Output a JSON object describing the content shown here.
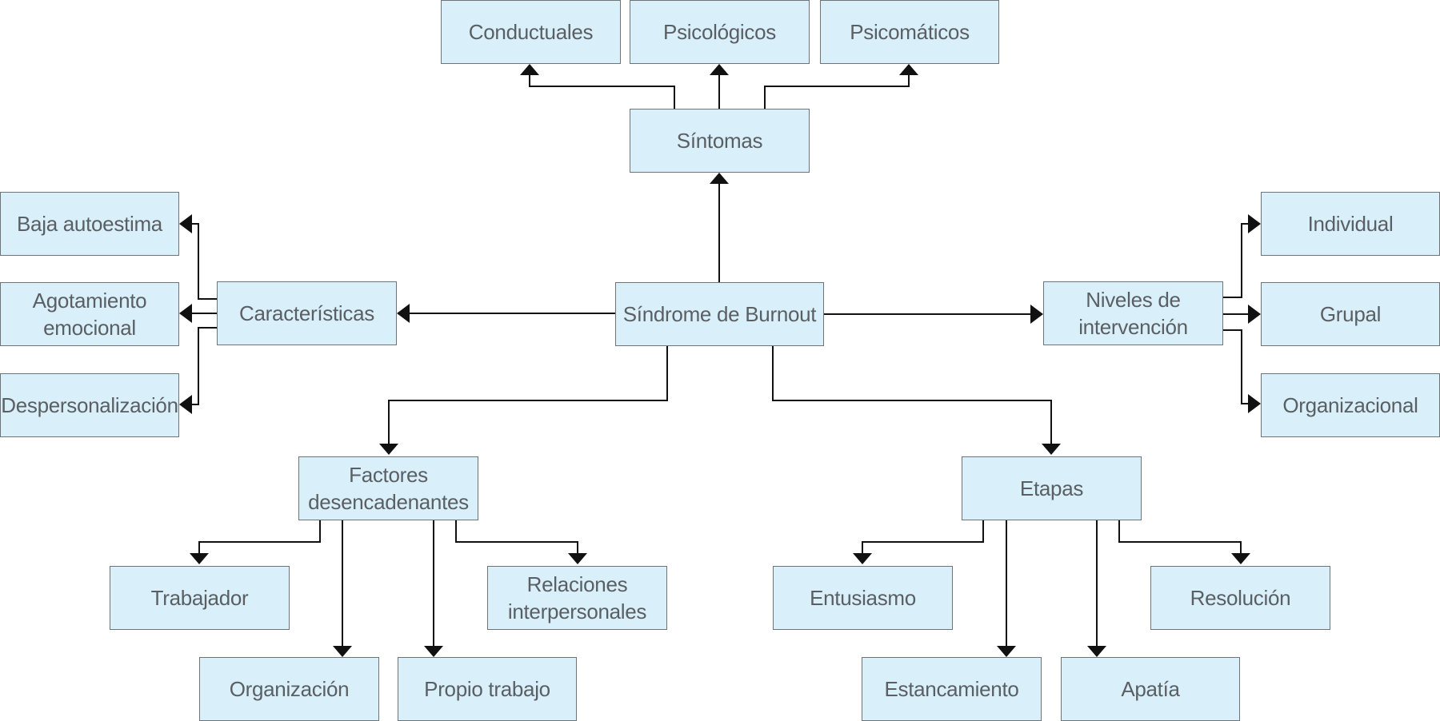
{
  "diagram": {
    "central": "Síndrome de Burnout",
    "sintomas": {
      "label": "Síntomas",
      "items": [
        "Conductuales",
        "Psicológicos",
        "Psicomáticos"
      ]
    },
    "caracteristicas": {
      "label": "Características",
      "items": [
        "Baja autoestima",
        "Agotamiento\nemocional",
        "Despersonalización"
      ]
    },
    "niveles": {
      "label": "Niveles de\nintervención",
      "items": [
        "Individual",
        "Grupal",
        "Organizacional"
      ]
    },
    "factores": {
      "label": "Factores\ndesencadenantes",
      "items": [
        "Trabajador",
        "Organización",
        "Propio trabajo",
        "Relaciones\ninterpersonales"
      ]
    },
    "etapas": {
      "label": "Etapas",
      "items": [
        "Entusiasmo",
        "Estancamiento",
        "Apatía",
        "Resolución"
      ]
    }
  },
  "colors": {
    "box_fill": "#d9eff9",
    "box_border": "#6e7378",
    "text": "#5a5f64",
    "connector": "#111111"
  }
}
